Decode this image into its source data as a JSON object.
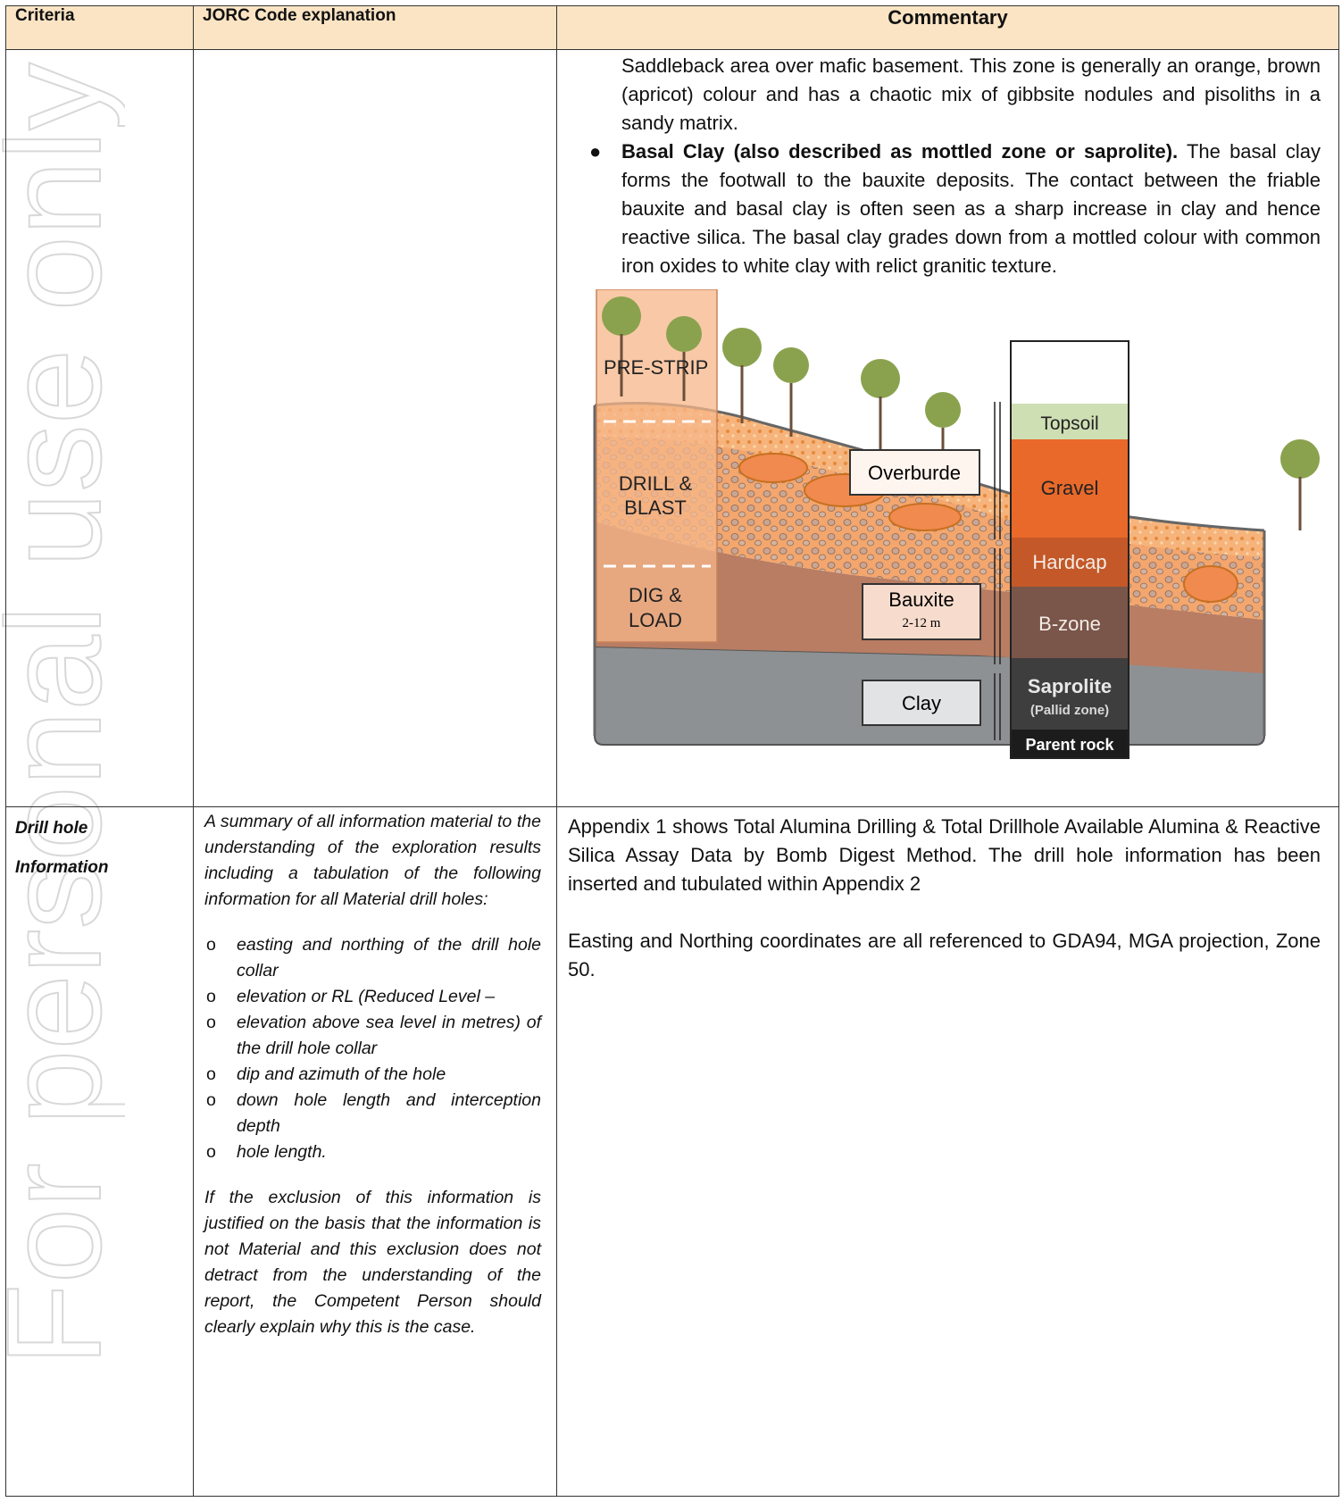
{
  "watermark": "For personal use only",
  "headers": {
    "criteria": "Criteria",
    "jorc": "JORC Code explanation",
    "commentary": "Commentary"
  },
  "row1": {
    "continuation": "Saddleback area over mafic basement. This zone is generally an orange, brown (apricot) colour and has a chaotic mix of gibbsite nodules and pisoliths in a sandy matrix.",
    "bullet_bold": "Basal Clay (also described as mottled zone or saprolite).",
    "bullet_text": " The basal clay forms the footwall to the bauxite deposits. The contact between the friable bauxite and basal clay is often seen as a sharp increase in clay and hence reactive silica. The basal clay grades down from a mottled colour with common iron oxides to white clay with relict granitic texture.",
    "figure": {
      "prestrip": "PRE-STRIP",
      "drill1": "DRILL &",
      "drill2": "BLAST",
      "dig1": "DIG &",
      "dig2": "LOAD",
      "overburden": "Overburde",
      "bauxite": "Bauxite",
      "bauxite_range": "2-12 m",
      "clay": "Clay",
      "topsoil": "Topsoil",
      "gravel": "Gravel",
      "hardcap": "Hardcap",
      "bzone": "B-zone",
      "saprolite": "Saprolite",
      "pallid": "(Pallid zone)",
      "parent": "Parent rock"
    }
  },
  "row2": {
    "criteria_1": "Drill hole",
    "criteria_2": "Information",
    "explanation_intro": "A summary of all information material to the understanding of the exploration results including a tabulation of the following information for all Material drill holes:",
    "items": [
      "easting and northing of the drill hole collar",
      "elevation or RL (Reduced Level –",
      "elevation above sea level in metres) of the drill hole collar",
      "dip and azimuth of the hole",
      "down hole length and interception depth",
      "hole length."
    ],
    "explanation_outro": "If the exclusion of this information is justified on the basis that the information is not Material and this exclusion does not detract from the understanding of the report, the Competent Person should clearly explain why this is the case.",
    "commentary_1": "Appendix 1 shows Total Alumina Drilling & Total Drillhole Available Alumina & Reactive Silica Assay Data by Bomb Digest Method. The drill hole information has been inserted and tubulated within Appendix 2",
    "commentary_2": "Easting and Northing coordinates are all referenced to GDA94, MGA projection, Zone 50."
  }
}
